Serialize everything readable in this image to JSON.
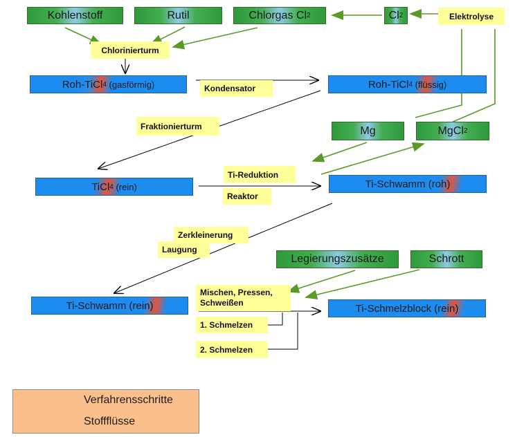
{
  "materials": {
    "kohlenstoff": "Kohlenstoff",
    "rutil": "Rutil",
    "chlorgas": "Chlorgas Cl",
    "chlorgas_sub": "2",
    "cl2": "Cl",
    "cl2_sub": "2",
    "mg": "Mg",
    "mgcl2": "MgCl",
    "mgcl2_sub": "2",
    "legierungszusaetze": "Legierungszusätze",
    "schrott": "Schrott"
  },
  "products": {
    "roh_ticl4_gas": {
      "a": "Roh-TiCl",
      "sub": "4",
      "b": " (gasförmig)"
    },
    "roh_ticl4_fl": {
      "a": "Roh-TiCl",
      "sub": "4",
      "b": " (flüssig)"
    },
    "ticl4_rein": {
      "a": "TiCl",
      "sub": "4",
      "b": " (rein)"
    },
    "ti_schwamm_roh": "Ti-Schwamm (roh)",
    "ti_schwamm_rein": "Ti-Schwamm (rein)",
    "ti_schmelzblock": "Ti-Schmelzblock (rein)"
  },
  "steps": {
    "elektrolyse": "Elektrolyse",
    "chlorierturm": "Chlorinierturm",
    "kondensator": "Kondensator",
    "fraktionierturm": "Fraktionierturm",
    "ti_reduktion": "Ti-Reduktion",
    "reaktor": "Reaktor",
    "zerkleinerung": "Zerkleinerung",
    "laugung": "Laugung",
    "mischen_1": "Mischen, Pressen,",
    "mischen_2": "Schweißen",
    "schmelzen_1": "1. Schmelzen",
    "schmelzen_2": "2. Schmelzen"
  },
  "legend": {
    "verfahrensschritte": "Verfahrensschritte",
    "stoffflusse": "Stoffflüsse"
  },
  "colors": {
    "process_arrow": "#000000",
    "material_arrow": "#5a9a28",
    "material_box": "#2e9a3c",
    "product_box": "#1c8cf0",
    "step_label": "#ffff99",
    "legend_bg": "#fbbf8c"
  }
}
